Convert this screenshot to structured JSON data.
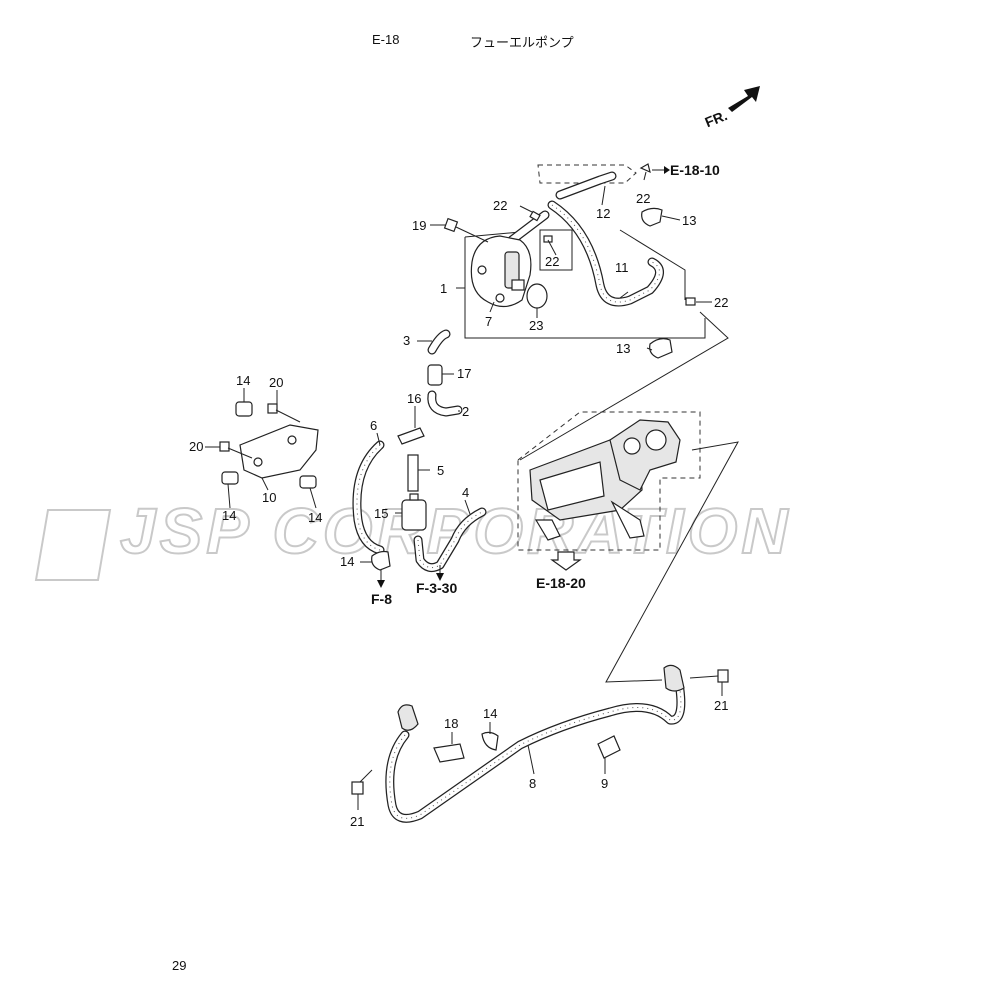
{
  "header": {
    "section_code": "E-18",
    "section_title": "フューエルポンプ"
  },
  "page_number": "29",
  "front_indicator": "FR.",
  "watermark": "JSP CORPORATION",
  "references": {
    "ref_e1810": "E-18-10",
    "ref_e1820": "E-18-20",
    "ref_f8": "F-8",
    "ref_f330": "F-3-30"
  },
  "callouts": {
    "c1": "1",
    "c2": "2",
    "c3": "3",
    "c4": "4",
    "c5": "5",
    "c6": "6",
    "c7": "7",
    "c8": "8",
    "c9": "9",
    "c10": "10",
    "c11": "11",
    "c12": "12",
    "c13a": "13",
    "c13b": "13",
    "c14a": "14",
    "c14b": "14",
    "c14c": "14",
    "c14d": "14",
    "c14e": "14",
    "c15": "15",
    "c16": "16",
    "c17": "17",
    "c18": "18",
    "c19": "19",
    "c20a": "20",
    "c20b": "20",
    "c21a": "21",
    "c21b": "21",
    "c22a": "22",
    "c22b": "22",
    "c22c": "22",
    "c22d": "22",
    "c23": "23"
  },
  "colors": {
    "line": "#222222",
    "watermark_outline": "#c9c9c9",
    "background": "#ffffff"
  }
}
